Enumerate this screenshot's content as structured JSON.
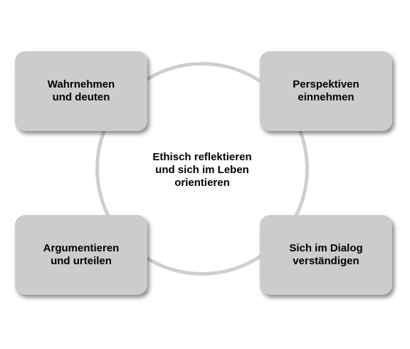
{
  "center": {
    "lines": [
      "Ethisch reflektieren",
      "und sich im Leben",
      "orientieren"
    ]
  },
  "boxes": {
    "top_left": {
      "lines": [
        "Wahrnehmen",
        "und deuten"
      ]
    },
    "top_right": {
      "lines": [
        "Perspektiven",
        "einnehmen"
      ]
    },
    "bottom_left": {
      "lines": [
        "Argumentieren",
        "und urteilen"
      ]
    },
    "bottom_right": {
      "lines": [
        "Sich im Dialog",
        "verständigen"
      ]
    }
  },
  "colors": {
    "box_fill": "#cccccc",
    "ring": "#cfcfcf",
    "text": "#000000"
  }
}
